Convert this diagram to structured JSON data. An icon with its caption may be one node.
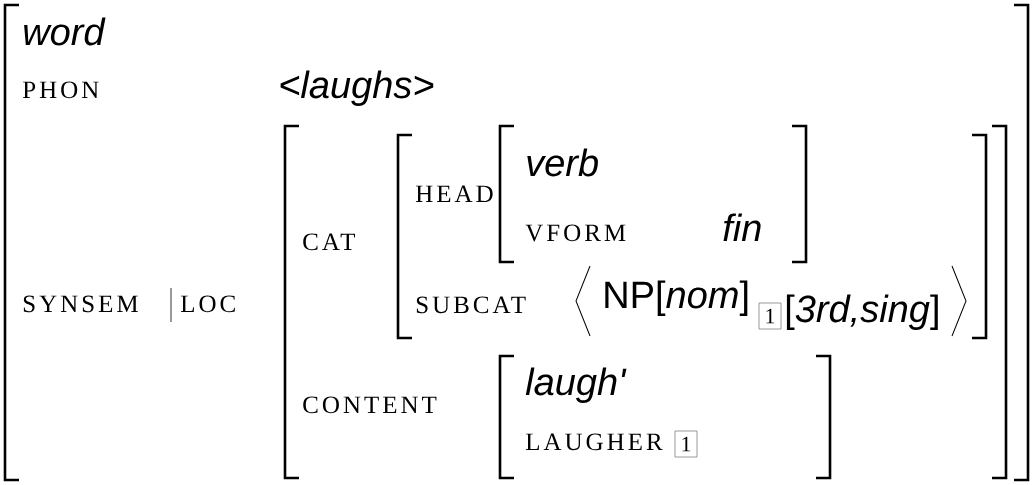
{
  "diagram": {
    "nodes": [
      {
        "text": [
          "word",
          "PHON",
          "<laughs>",
          "SYNSEM",
          "LOC"
        ]
      },
      {
        "text": [
          "CAT",
          "CONTENT"
        ],
        "in": 0
      },
      {
        "text": [
          "HEAD",
          "SUBCAT",
          "NP[*nom*]",
          "[*3rd,sing*]"
        ],
        "in": 1
      },
      {
        "text": [
          "verb",
          "VFORM",
          "fin"
        ],
        "in": 2
      },
      {
        "text": [
          "1"
        ],
        "in": 2
      },
      {
        "text": [
          "laugh'",
          "LAUGHER"
        ],
        "in": 1
      },
      {
        "text": [
          "1"
        ],
        "in": 5
      }
    ]
  }
}
